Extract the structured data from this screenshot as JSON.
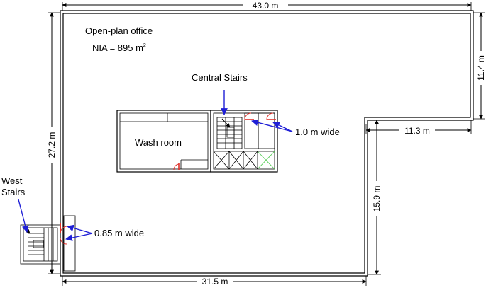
{
  "labels": {
    "office_title": "Open-plan office",
    "nia_prefix": "NIA = 895 m",
    "nia_unit_sup": "2",
    "central_stairs": "Central Stairs",
    "wash_room": "Wash room",
    "west_stairs_line1": "West",
    "west_stairs_line2": "Stairs",
    "door_width_central": "1.0 m wide",
    "door_width_west": "0.85 m wide"
  },
  "dimensions": {
    "top_width": "43.0 m",
    "left_height": "27.2 m",
    "right_upper_height": "11.4 m",
    "step_width": "11.3 m",
    "right_lower_height": "15.9 m",
    "bottom_width": "31.5 m"
  },
  "colors": {
    "line": "#000000",
    "annotation_arrow": "#1f1fd6",
    "door": "#e0302a",
    "vent_cross_green": "#55cc55"
  }
}
